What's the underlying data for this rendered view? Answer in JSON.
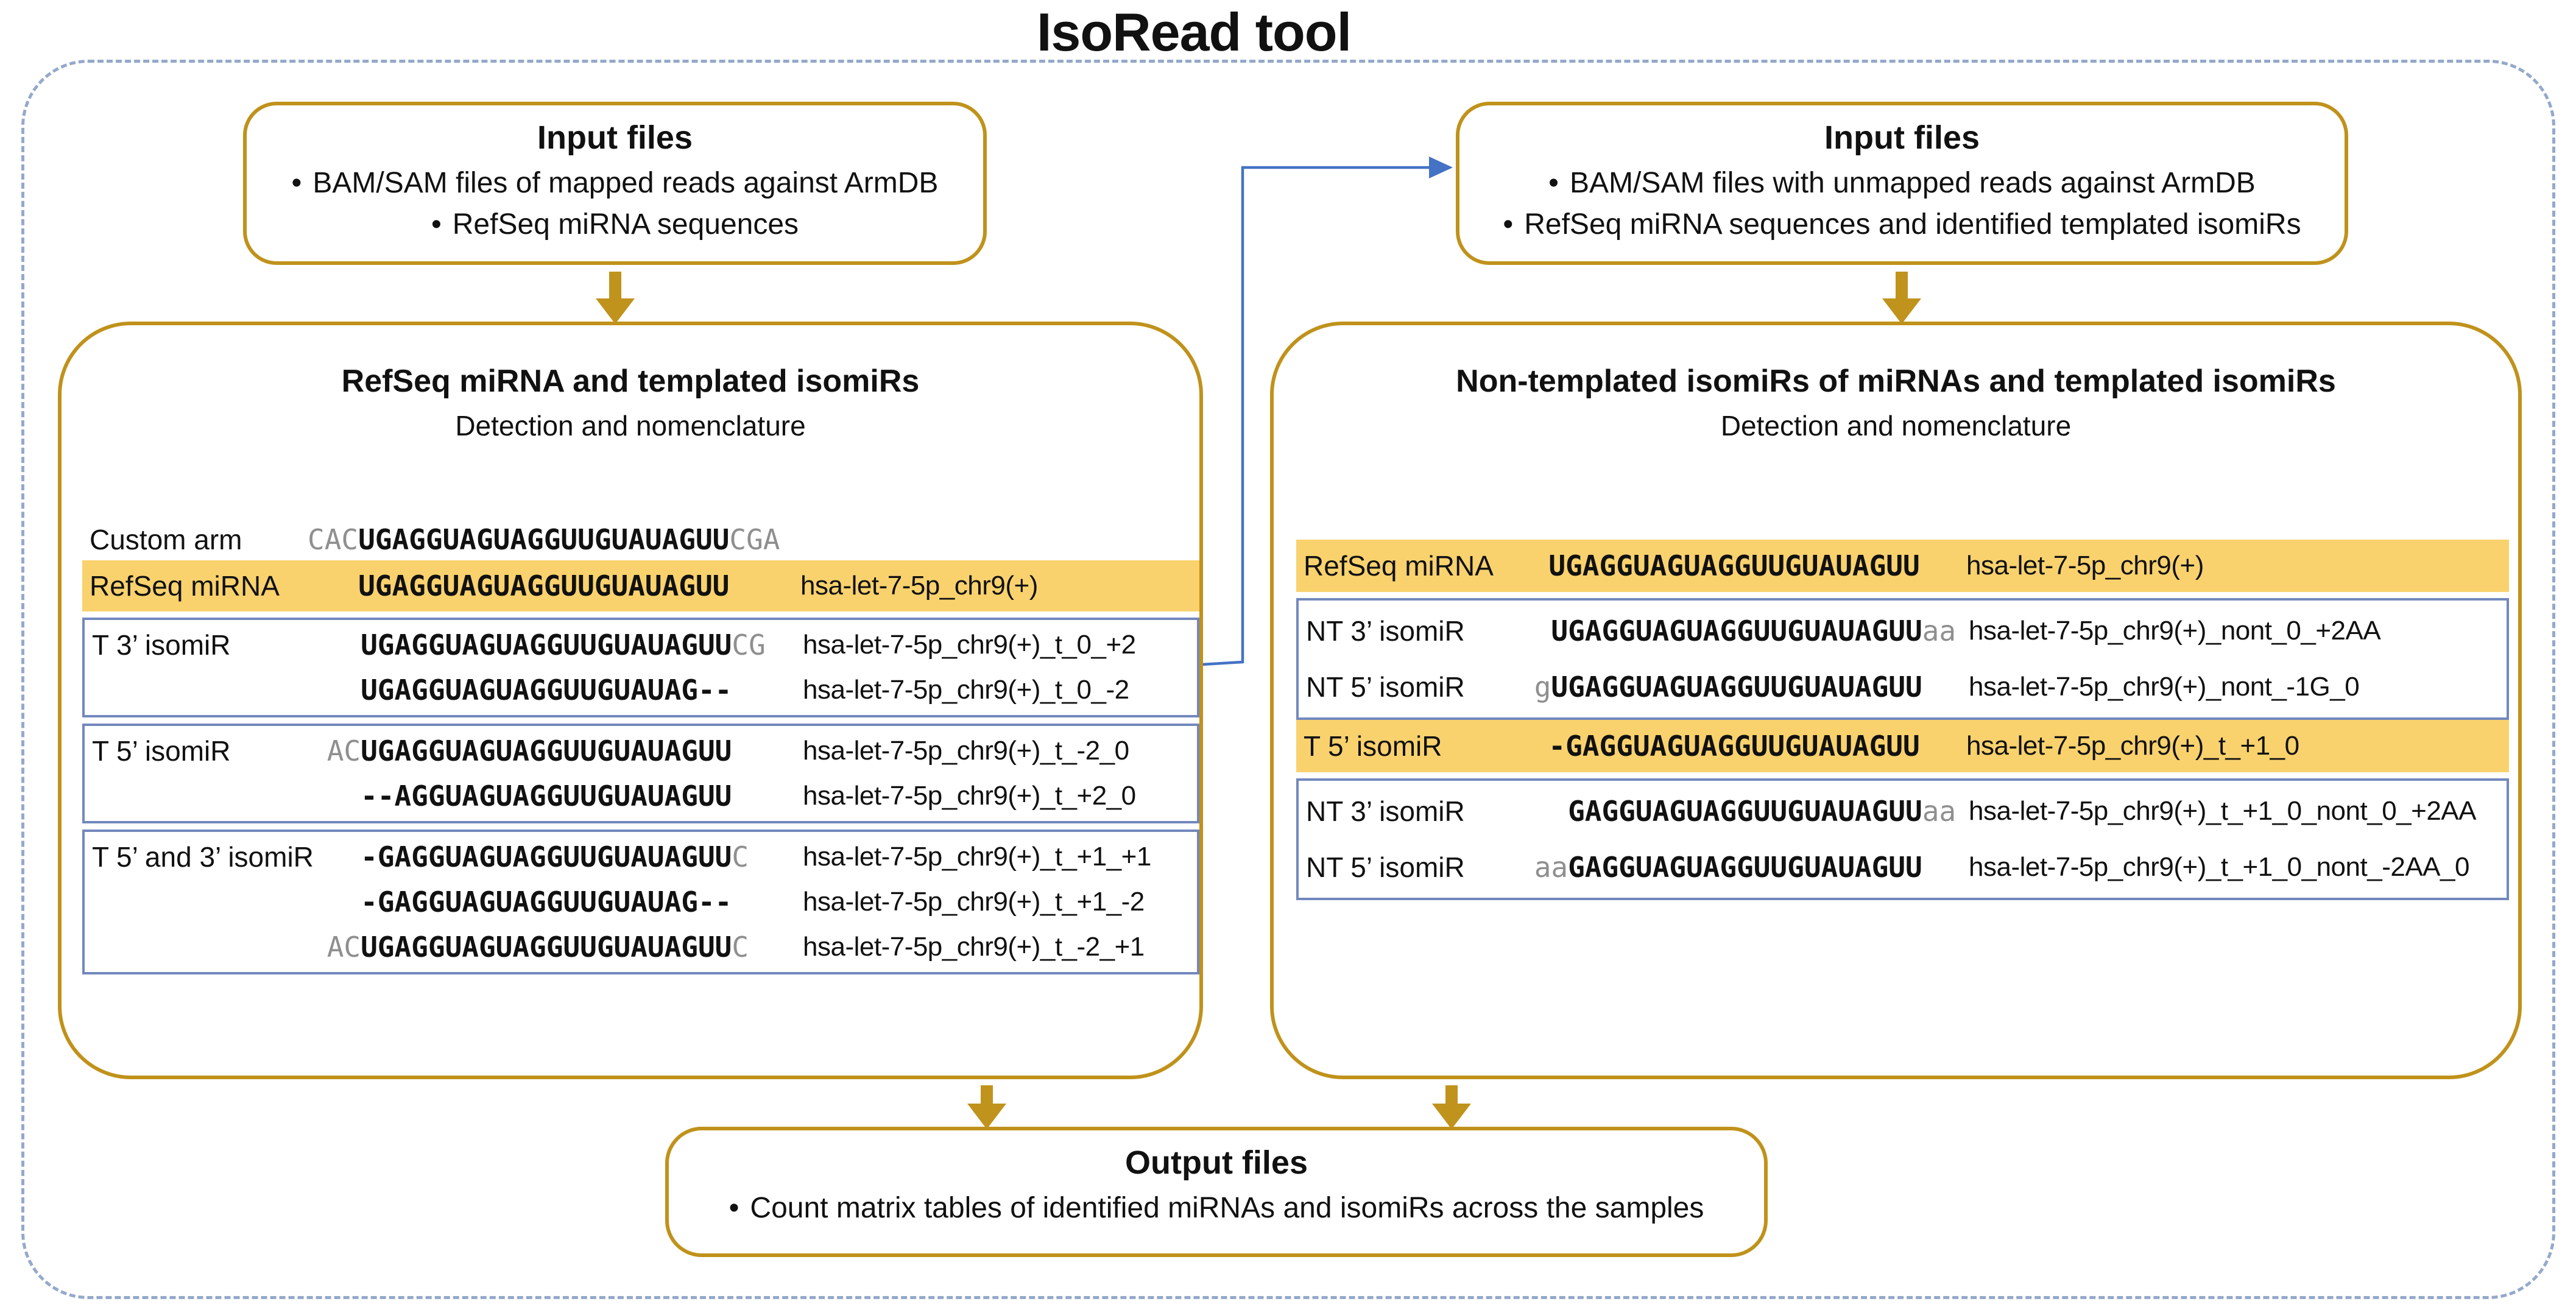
{
  "title": "IsoRead tool",
  "ui": {
    "bullet": "•"
  },
  "colors": {
    "gold_border": "#C0921B",
    "gold_arrow": "#C0931C",
    "row_highlight": "#F9D26E",
    "group_border": "#7288BD",
    "connector_blue": "#4472C4",
    "outer_dashed": "#94A9CB",
    "dim_sequence": "#8F8F8F"
  },
  "input_left": {
    "title": "Input files",
    "bullets": [
      "BAM/SAM files of mapped reads against ArmDB",
      "RefSeq miRNA sequences"
    ]
  },
  "input_right": {
    "title": "Input files",
    "bullets": [
      "BAM/SAM files with unmapped reads against ArmDB",
      "RefSeq miRNA sequences and identified templated isomiRs"
    ]
  },
  "output": {
    "title": "Output files",
    "bullets": [
      "Count matrix tables of identified miRNAs and isomiRs across the samples"
    ]
  },
  "panel_left": {
    "title": "RefSeq miRNA and templated isomiRs",
    "subtitle": "Detection and nomenclature",
    "blocks": [
      {
        "type": "row",
        "style": "plain",
        "label": "Custom arm",
        "pad": 0,
        "seq": [
          {
            "t": "CAC",
            "dim": true
          },
          {
            "t": "UGAGGUAGUAGGUUGUAUAGUU"
          },
          {
            "t": "CGA",
            "dim": true
          }
        ],
        "name": ""
      },
      {
        "type": "row",
        "style": "highlight",
        "label": "RefSeq miRNA",
        "pad": 3,
        "seq": [
          {
            "t": "UGAGGUAGUAGGUUGUAUAGUU"
          }
        ],
        "name": "hsa-let-7-5p_chr9(+)"
      },
      {
        "type": "group",
        "rows": [
          {
            "label": "T 3’ isomiR",
            "pad": 3,
            "seq": [
              {
                "t": "UGAGGUAGUAGGUUGUAUAGUU"
              },
              {
                "t": "CG",
                "dim": true
              }
            ],
            "name": "hsa-let-7-5p_chr9(+)_t_0_+2"
          },
          {
            "label": "",
            "pad": 3,
            "seq": [
              {
                "t": "UGAGGUAGUAGGUUGUAUAG--"
              }
            ],
            "name": "hsa-let-7-5p_chr9(+)_t_0_-2"
          }
        ]
      },
      {
        "type": "group",
        "rows": [
          {
            "label": "T 5’ isomiR",
            "pad": 1,
            "seq": [
              {
                "t": "AC",
                "dim": true
              },
              {
                "t": "UGAGGUAGUAGGUUGUAUAGUU"
              }
            ],
            "name": "hsa-let-7-5p_chr9(+)_t_-2_0"
          },
          {
            "label": "",
            "pad": 3,
            "seq": [
              {
                "t": "--AGGUAGUAGGUUGUAUAGUU"
              }
            ],
            "name": "hsa-let-7-5p_chr9(+)_t_+2_0"
          }
        ]
      },
      {
        "type": "group",
        "rows": [
          {
            "label": "T 5’ and 3’ isomiR",
            "pad": 3,
            "seq": [
              {
                "t": "-GAGGUAGUAGGUUGUAUAGUU"
              },
              {
                "t": "C",
                "dim": true
              }
            ],
            "name": "hsa-let-7-5p_chr9(+)_t_+1_+1"
          },
          {
            "label": "",
            "pad": 3,
            "seq": [
              {
                "t": "-GAGGUAGUAGGUUGUAUAG--"
              }
            ],
            "name": "hsa-let-7-5p_chr9(+)_t_+1_-2"
          },
          {
            "label": "",
            "pad": 1,
            "seq": [
              {
                "t": "AC",
                "dim": true
              },
              {
                "t": "UGAGGUAGUAGGUUGUAUAGUU"
              },
              {
                "t": "C",
                "dim": true
              }
            ],
            "name": "hsa-let-7-5p_chr9(+)_t_-2_+1"
          }
        ]
      }
    ]
  },
  "panel_right": {
    "title": "Non-templated isomiRs of miRNAs and templated isomiRs",
    "subtitle": "Detection and nomenclature",
    "blocks": [
      {
        "type": "row",
        "style": "highlight",
        "label": "RefSeq miRNA",
        "pad": 2,
        "seq": [
          {
            "t": "UGAGGUAGUAGGUUGUAUAGUU"
          }
        ],
        "name": "hsa-let-7-5p_chr9(+)"
      },
      {
        "type": "group",
        "rows": [
          {
            "label": "NT 3’ isomiR",
            "pad": 2,
            "seq": [
              {
                "t": "UGAGGUAGUAGGUUGUAUAGUU"
              },
              {
                "t": "aa",
                "dim": true
              }
            ],
            "name": "hsa-let-7-5p_chr9(+)_nont_0_+2AA"
          },
          {
            "label": "NT 5’ isomiR",
            "pad": 1,
            "seq": [
              {
                "t": "g",
                "dim": true
              },
              {
                "t": "UGAGGUAGUAGGUUGUAUAGUU"
              }
            ],
            "name": "hsa-let-7-5p_chr9(+)_nont_-1G_0"
          }
        ]
      },
      {
        "type": "row",
        "style": "highlight",
        "label": "T 5’ isomiR",
        "pad": 2,
        "seq": [
          {
            "t": "-GAGGUAGUAGGUUGUAUAGUU"
          }
        ],
        "name": "hsa-let-7-5p_chr9(+)_t_+1_0"
      },
      {
        "type": "group",
        "rows": [
          {
            "label": "NT 3’ isomiR",
            "pad": 3,
            "seq": [
              {
                "t": "GAGGUAGUAGGUUGUAUAGUU"
              },
              {
                "t": "aa",
                "dim": true
              }
            ],
            "name": "hsa-let-7-5p_chr9(+)_t_+1_0_nont_0_+2AA"
          },
          {
            "label": "NT 5’ isomiR",
            "pad": 1,
            "seq": [
              {
                "t": "aa",
                "dim": true
              },
              {
                "t": "GAGGUAGUAGGUUGUAUAGUU"
              }
            ],
            "name": "hsa-let-7-5p_chr9(+)_t_+1_0_nont_-2AA_0"
          }
        ]
      }
    ]
  }
}
